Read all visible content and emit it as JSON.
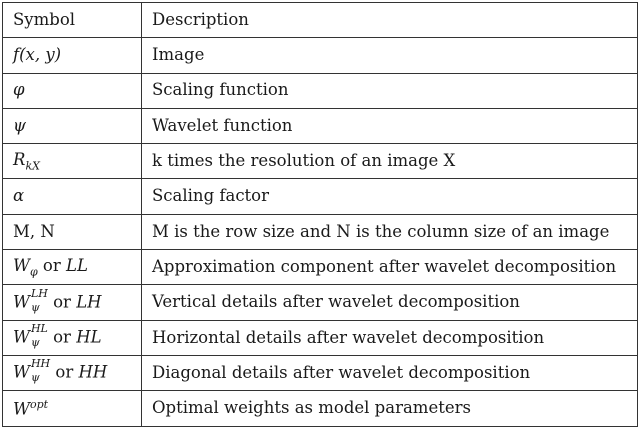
{
  "table": {
    "headers": {
      "symbol": "Symbol",
      "description": "Description"
    },
    "rows": [
      {
        "symbol": {
          "base": "f(x, y)"
        },
        "description": "Image"
      },
      {
        "symbol": {
          "base": "φ"
        },
        "description": "Scaling function"
      },
      {
        "symbol": {
          "base": "ψ"
        },
        "description": "Wavelet function"
      },
      {
        "symbol": {
          "base": "R",
          "sub": "kX"
        },
        "description": "k times the resolution of an image X"
      },
      {
        "symbol": {
          "base": "α"
        },
        "description": "Scaling factor"
      },
      {
        "symbol": {
          "base": "M, N"
        },
        "description": "M is the row size and N is the column size of an image"
      },
      {
        "symbol": {
          "base": "W",
          "sub": "φ",
          "or": "or",
          "alt": "LL"
        },
        "description": "Approximation component after wavelet decomposition"
      },
      {
        "symbol": {
          "base": "W",
          "sup": "LH",
          "sub": "ψ",
          "or": "or",
          "alt": "LH"
        },
        "description": "Vertical details after wavelet decomposition"
      },
      {
        "symbol": {
          "base": "W",
          "sup": "HL",
          "sub": "ψ",
          "or": "or",
          "alt": "HL"
        },
        "description": "Horizontal details after wavelet decomposition"
      },
      {
        "symbol": {
          "base": "W",
          "sup": "HH",
          "sub": "ψ",
          "or": "or",
          "alt": "HH"
        },
        "description": "Diagonal details after wavelet decomposition"
      },
      {
        "symbol": {
          "base": "W",
          "sup": "opt"
        },
        "description": "Optimal weights as model parameters"
      }
    ]
  }
}
